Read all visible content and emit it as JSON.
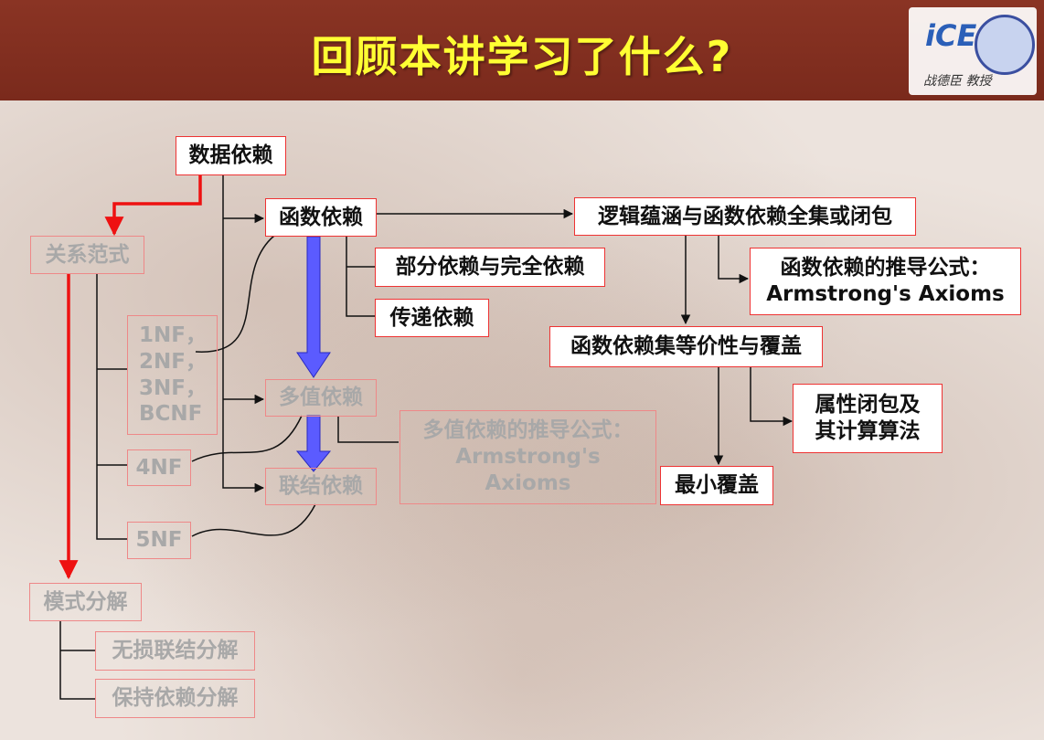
{
  "header": {
    "title": "回顾本讲学习了什么?",
    "logo_text": "iCES",
    "logo_subtitle": "战德臣 教授"
  },
  "nodes": {
    "data_dependency": "数据依赖",
    "functional_dependency": "函数依赖",
    "logical_implication": "逻辑蕴涵与函数依赖全集或闭包",
    "partial_full": "部分依赖与完全依赖",
    "transitive": "传递依赖",
    "fd_inference": "函数依赖的推导公式：\nArmstrong's Axioms",
    "fd_equivalence": "函数依赖集等价性与覆盖",
    "attr_closure": "属性闭包及\n其计算算法",
    "minimal_cover": "最小覆盖",
    "relational_normal_form": "关系范式",
    "nf_list": [
      "1NF，",
      "2NF，",
      "3NF，",
      "BCNF"
    ],
    "nf4": "4NF",
    "nf5": "5NF",
    "multivalued_dependency": "多值依赖",
    "mvd_inference": "多值依赖的推导公式：\nArmstrong's\nAxioms",
    "join_dependency": "联结依赖",
    "schema_decomposition": "模式分解",
    "lossless_join": "无损联结分解",
    "dependency_preserving": "保持依赖分解"
  },
  "colors": {
    "header_bg": "#7a2a1c",
    "title": "#ffff33",
    "box_border": "#ee3333",
    "red_arrow": "#ee1111",
    "blue_arrow": "#5b5bff"
  }
}
